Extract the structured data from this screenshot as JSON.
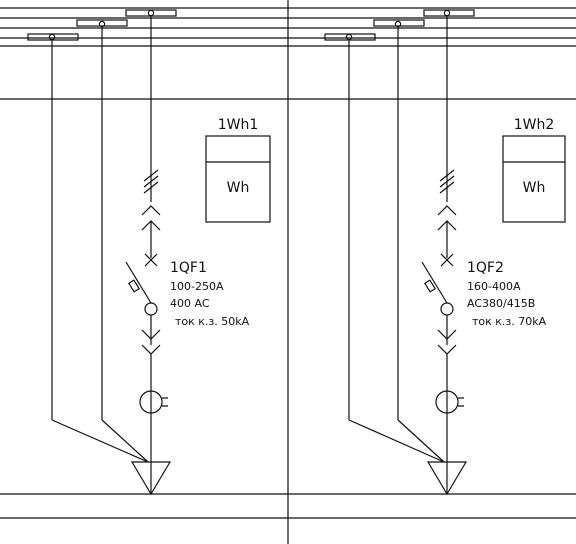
{
  "panels": [
    {
      "meter": {
        "label": "1Wh1",
        "symbol": "Wh"
      },
      "breaker": {
        "label": "1QF1",
        "range": "100-250A",
        "voltage": "400 AC",
        "short_circuit": "ток к.з. 50kA"
      }
    },
    {
      "meter": {
        "label": "1Wh2",
        "symbol": "Wh"
      },
      "breaker": {
        "label": "1QF2",
        "range": "160-400A",
        "voltage": "AC380/415B",
        "short_circuit": "ток к.з. 70kA"
      }
    }
  ]
}
